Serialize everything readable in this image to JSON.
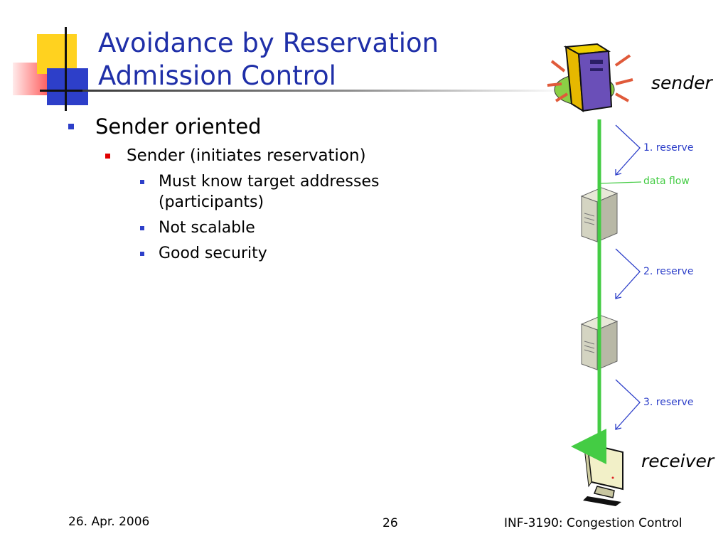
{
  "title": {
    "line1": "Avoidance by Reservation",
    "line2": "Admission Control"
  },
  "bullets": {
    "level1": "Sender oriented",
    "level2": "Sender (initiates reservation)",
    "level3": [
      "Must know target addresses (participants)",
      "Not scalable",
      "Good security"
    ]
  },
  "diagram": {
    "sender_label": "sender",
    "receiver_label": "receiver",
    "data_flow_label": "data flow",
    "reserve_labels": [
      "1. reserve",
      "2. reserve",
      "3. reserve"
    ],
    "icons": [
      "server-tower-icon",
      "router-icon",
      "router-icon",
      "monitor-icon"
    ],
    "colors": {
      "data_flow": "#44cc44",
      "reserve": "#2d3fc9"
    }
  },
  "footer": {
    "date": "26. Apr. 2006",
    "page": "26",
    "course": "INF-3190: Congestion Control"
  }
}
